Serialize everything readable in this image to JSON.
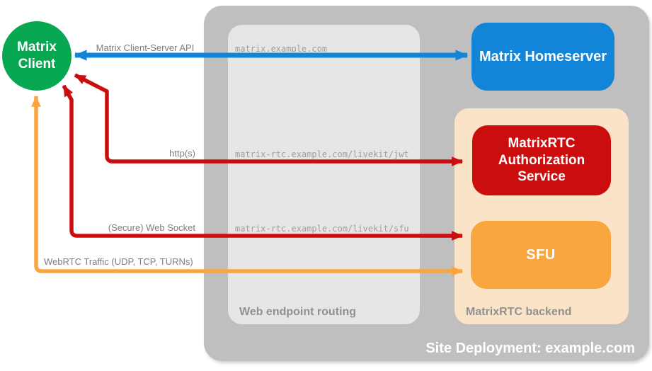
{
  "title": "Site Deployment: example.com",
  "client": {
    "label": "Matrix Client"
  },
  "homeserver": {
    "label": "Matrix Homeserver"
  },
  "routing": {
    "label": "Web endpoint routing"
  },
  "backend": {
    "label": "MatrixRTC backend",
    "auth_service_label": "MatrixRTC Authorization Service",
    "sfu_label": "SFU"
  },
  "connections": [
    {
      "label": "Matrix Client-Server API",
      "endpoint": "matrix.example.com",
      "from": "Matrix Client",
      "to": "Matrix Homeserver",
      "direction": "bidirectional",
      "color": "#1385d8"
    },
    {
      "label": "http(s)",
      "endpoint": "matrix-rtc.example.com/livekit/jwt",
      "from": "Matrix Client",
      "to": "MatrixRTC Authorization Service",
      "direction": "bidirectional",
      "color": "#cb0d0d"
    },
    {
      "label": "(Secure) Web Socket",
      "endpoint": "matrix-rtc.example.com/livekit/sfu",
      "from": "Matrix Client",
      "to": "SFU",
      "direction": "bidirectional",
      "color": "#cb0d0d"
    },
    {
      "label": "WebRTC Traffic (UDP, TCP, TURNs)",
      "endpoint": "",
      "from": "Matrix Client",
      "to": "SFU",
      "direction": "bidirectional",
      "color": "#faa63f"
    }
  ],
  "colors": {
    "client_green": "#07a651",
    "homeserver_blue": "#1385d8",
    "auth_red": "#cb0d0d",
    "sfu_orange": "#faa63f",
    "backend_peach": "#fbe3c7",
    "outer_gray": "#bfbfbf",
    "routing_gray": "#e6e6e6",
    "label_gray": "#7d7d7d",
    "endpoint_gray": "#9e9e9e",
    "white": "#ffffff"
  }
}
